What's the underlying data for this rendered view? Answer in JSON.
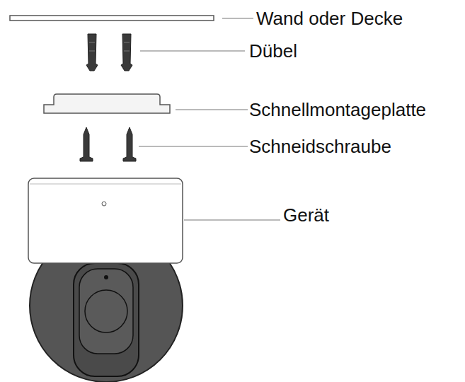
{
  "diagram": {
    "labels": [
      "Wand oder Decke",
      "Dübel",
      "Schnellmontageplatte",
      "Schneidschraube",
      "Gerät"
    ]
  }
}
